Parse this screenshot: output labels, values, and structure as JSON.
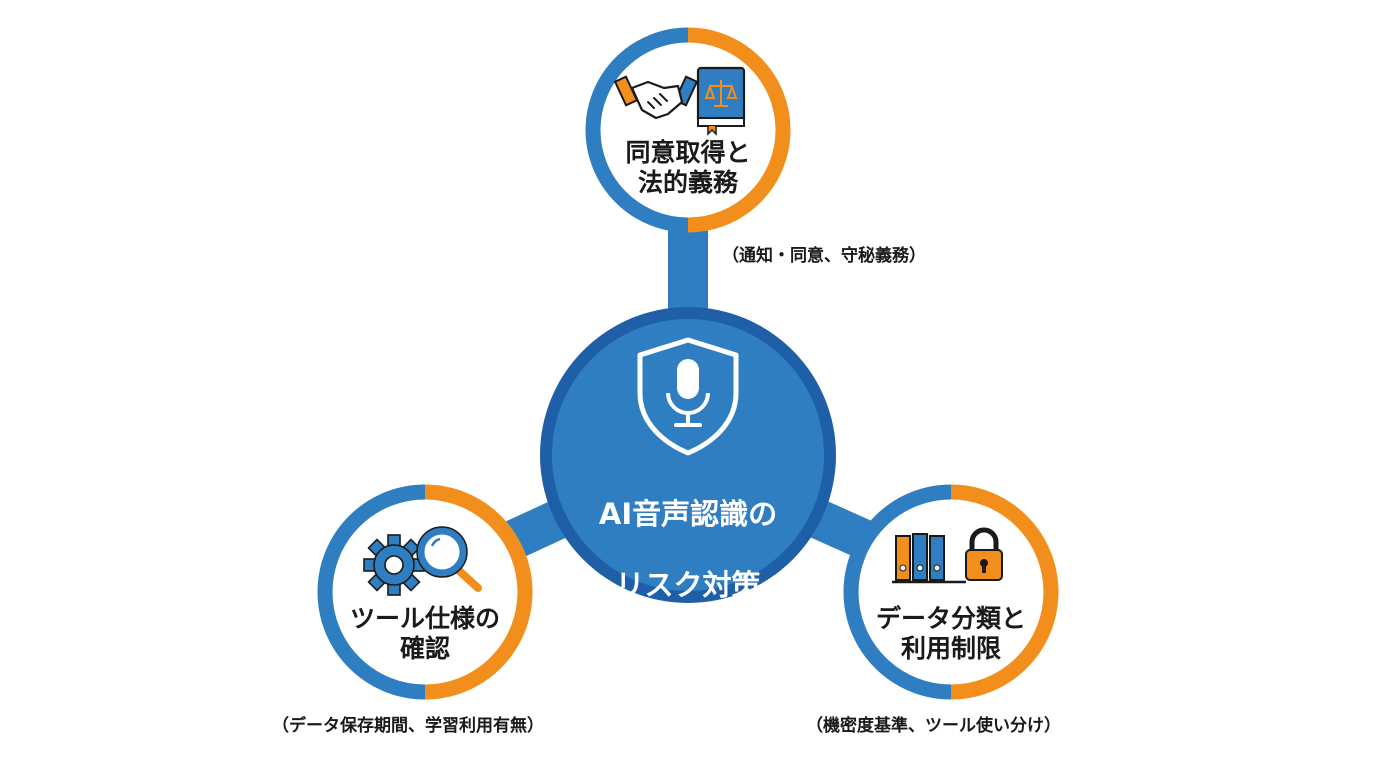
{
  "colors": {
    "blue": "#2f7ec2",
    "blue_dark": "#1f5fa8",
    "orange": "#f28e1c",
    "text": "#1a1a1a",
    "white": "#ffffff"
  },
  "center": {
    "title_line1": "AI音声認識の",
    "title_line2": "リスク対策",
    "icon": "microphone-shield-icon"
  },
  "nodes": {
    "top": {
      "title": "同意取得と\n法的義務",
      "note": "（通知・同意、守秘義務）",
      "icons": [
        "handshake-icon",
        "law-book-icon"
      ]
    },
    "left": {
      "title": "ツール仕様の\n確認",
      "note": "（データ保存期間、学習利用有無）",
      "icons": [
        "gear-icon",
        "magnifier-icon"
      ]
    },
    "right": {
      "title": "データ分類と\n利用制限",
      "note": "（機密度基準、ツール使い分け）",
      "icons": [
        "binders-icon",
        "padlock-icon"
      ]
    }
  }
}
